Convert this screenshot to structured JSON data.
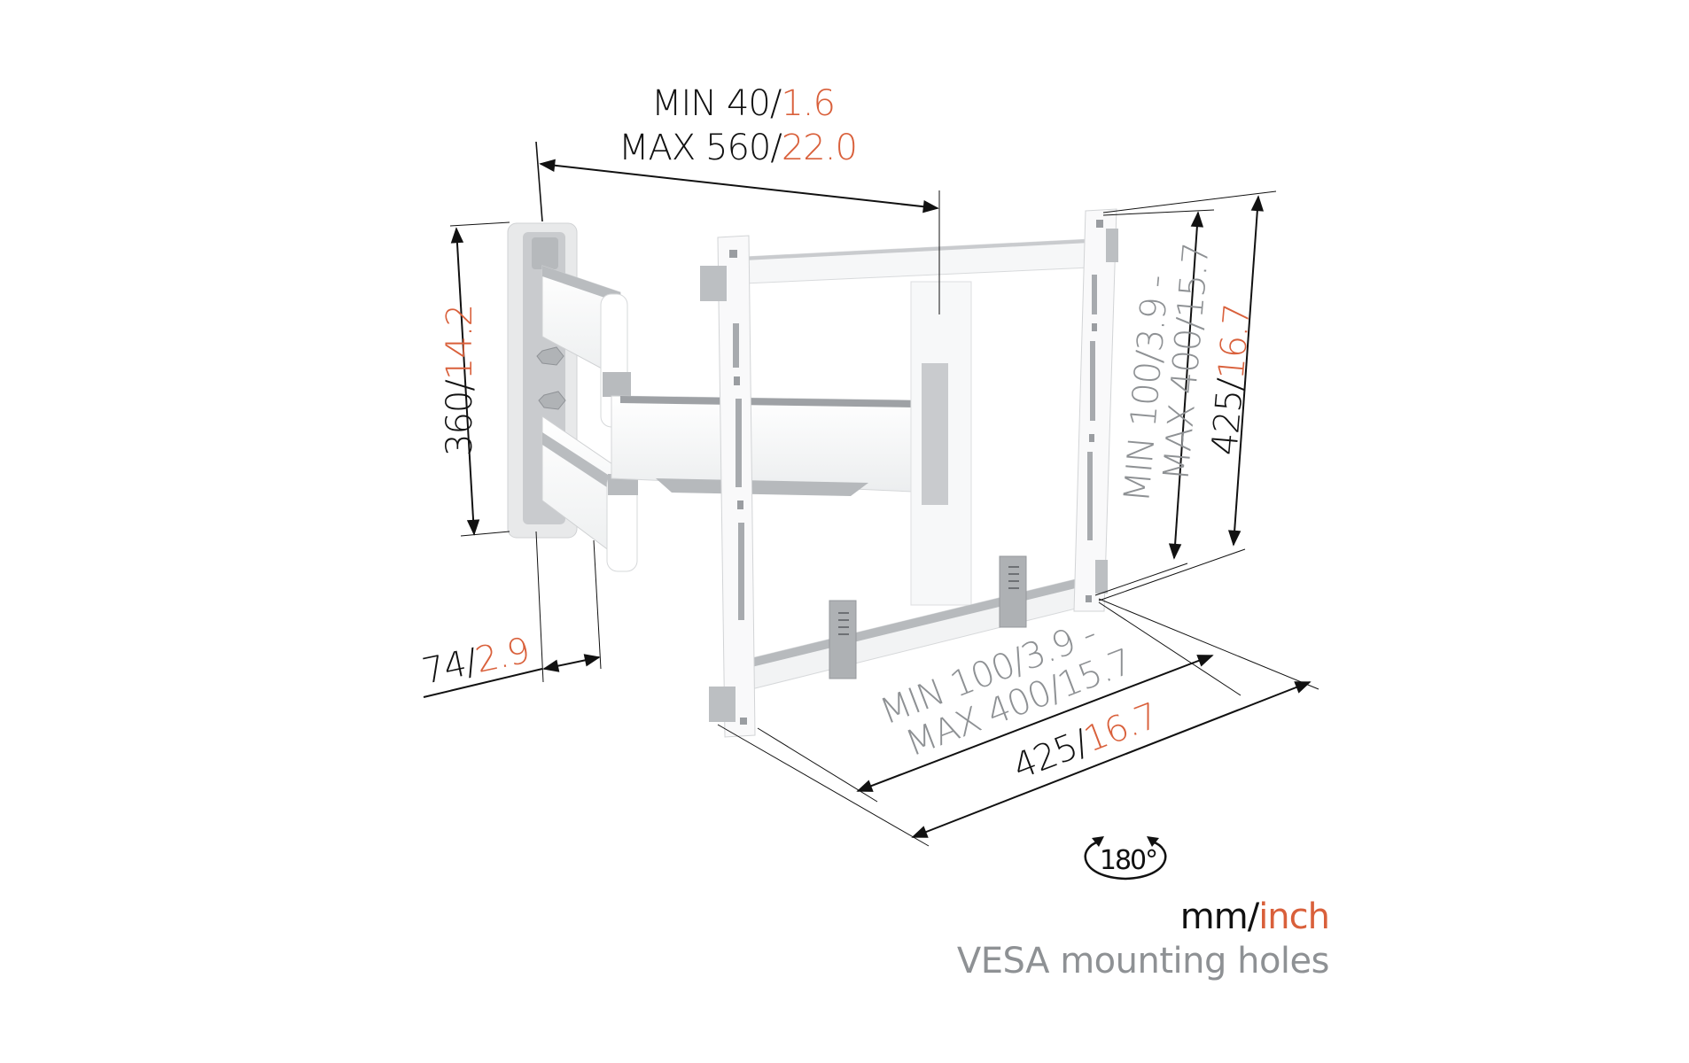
{
  "diagram": {
    "type": "product-dimension-drawing",
    "subject": "swivel TV wall mount (white)",
    "colors": {
      "mm_text": "#111111",
      "inch_text": "#d9603b",
      "vesa_text": "#8e9194",
      "mount_white": "#f4f5f6",
      "mount_grey": "#b9bcbf",
      "dimension_line": "#111111"
    }
  },
  "dimensions": {
    "depth": {
      "line1": {
        "prefix": "MIN 40/",
        "inch": "1.6"
      },
      "line2": {
        "prefix": "MAX 560/",
        "inch": "22.0"
      }
    },
    "wall_plate_height": {
      "mm": "360/",
      "inch": "14.2"
    },
    "wall_plate_depth": {
      "mm": "74/",
      "inch": "2.9"
    },
    "vesa_vertical": {
      "line1": "MIN 100/3.9 -",
      "line2": "MAX 400/15.7"
    },
    "overall_height": {
      "mm": "425/",
      "inch": "16.7"
    },
    "vesa_horizontal": {
      "line1": "MIN 100/3.9 -",
      "line2": "MAX 400/15.7"
    },
    "overall_width": {
      "mm": "425/",
      "inch": "16.7"
    }
  },
  "rotation": {
    "label": "180°"
  },
  "legend": {
    "units_mm": "mm/",
    "units_inch": "inch",
    "vesa": "VESA mounting holes"
  }
}
